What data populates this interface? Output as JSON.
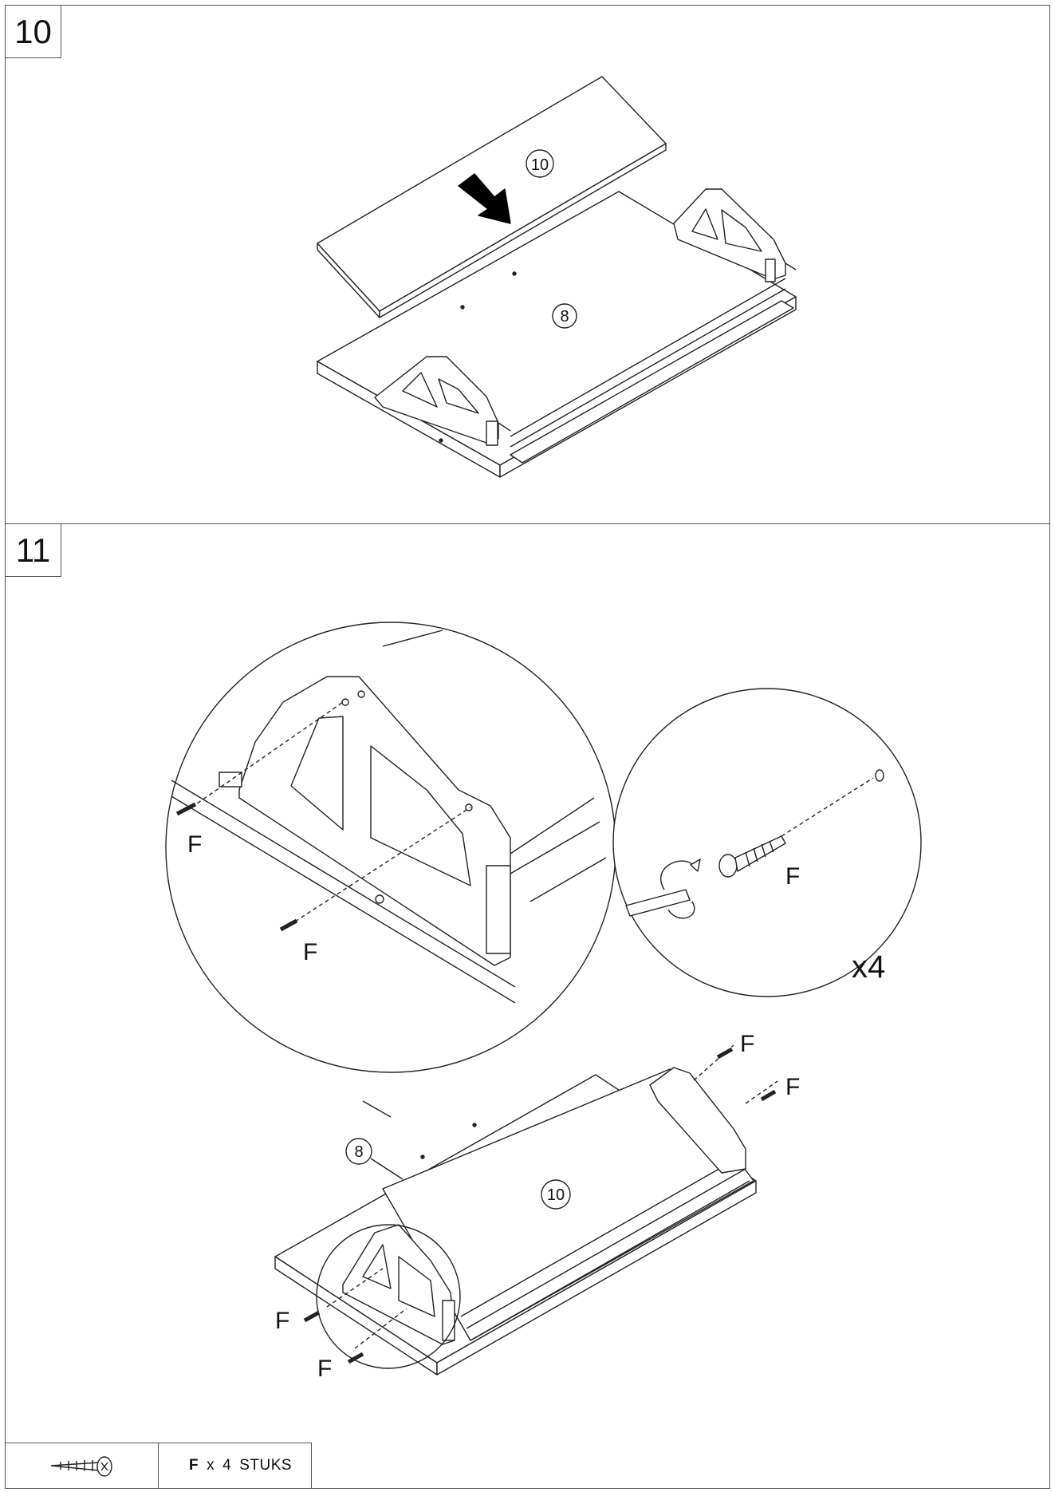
{
  "steps": [
    {
      "number": "10"
    },
    {
      "number": "11"
    }
  ],
  "step10": {
    "part_top": "10",
    "part_base": "8"
  },
  "step11": {
    "screw_label": "F",
    "multiplier": "x4",
    "part_base": "8",
    "part_top": "10"
  },
  "legend": {
    "part_letter": "F",
    "times": "x",
    "quantity": "4",
    "unit": "STUKS",
    "icon": "screw-icon"
  }
}
